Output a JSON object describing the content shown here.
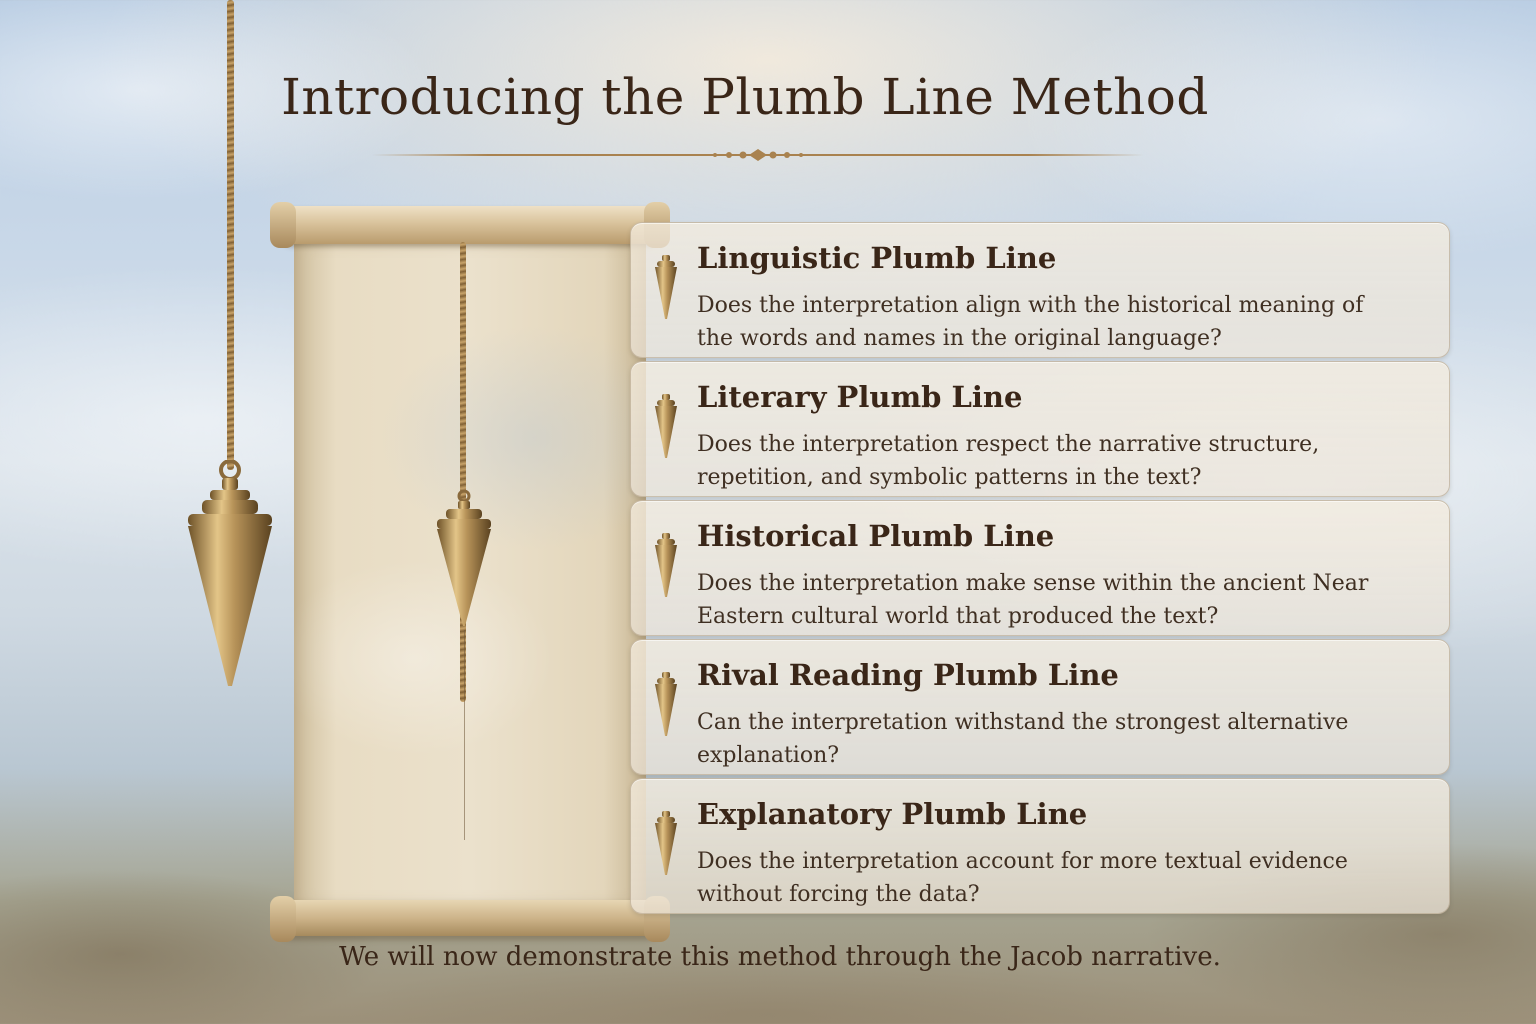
{
  "title": "Introducing the Plumb Line Method",
  "items": [
    {
      "heading": "Linguistic Plumb Line",
      "description": "Does the interpretation align with the historical meaning of the words and names in the original language?"
    },
    {
      "heading": "Literary Plumb Line",
      "description": "Does the interpretation respect the narrative structure, repetition, and symbolic patterns in the text?"
    },
    {
      "heading": "Historical Plumb Line",
      "description": "Does the interpretation make sense within the ancient Near Eastern cultural world that produced the text?"
    },
    {
      "heading": "Rival Reading Plumb Line",
      "description": "Can the interpretation withstand the strongest alternative explanation?"
    },
    {
      "heading": "Explanatory Plumb Line",
      "description": "Does the interpretation account for more textual evidence without forcing the data?"
    }
  ],
  "footer": "We will now demonstrate this method through the Jacob narrative.",
  "colors": {
    "ink": "#3a2618",
    "brass": "#b8945a",
    "parchment": "#e8dcc3"
  },
  "icons": [
    "plumb-bob-icon",
    "scroll-illustration",
    "title-ornament"
  ]
}
